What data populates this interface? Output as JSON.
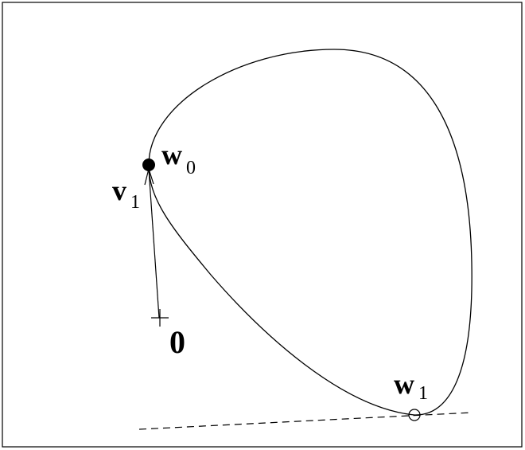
{
  "diagram": {
    "labels": {
      "w0_main": "w",
      "w0_sub": "0",
      "v1_main": "v",
      "v1_sub": "1",
      "origin": "0",
      "w1_main": "w",
      "w1_sub": "1"
    },
    "colors": {
      "stroke": "#000000",
      "background": "#ffffff"
    }
  }
}
